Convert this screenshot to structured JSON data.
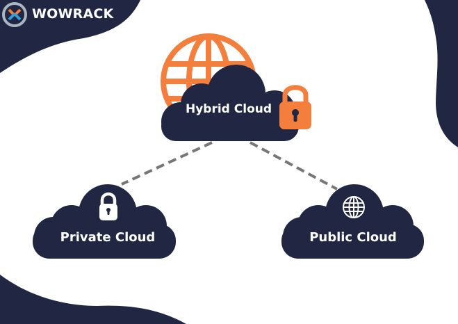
{
  "brand": {
    "name": "WOWRACK",
    "logo_icon": "wowrack-x-logo"
  },
  "colors": {
    "navy": "#212743",
    "orange": "#f47e3c",
    "connector": "#777777",
    "blue_accent": "#2f9fe0",
    "logo_ring": "#a9b6bf"
  },
  "diagram": {
    "hub": {
      "label": "Hybrid Cloud",
      "icons": [
        "globe-icon",
        "padlock-icon"
      ]
    },
    "nodes": [
      {
        "label": "Private Cloud",
        "icon": "padlock-icon"
      },
      {
        "label": "Public Cloud",
        "icon": "globe-icon"
      }
    ],
    "edges": [
      {
        "from": "Hybrid Cloud",
        "to": "Private Cloud",
        "style": "dashed"
      },
      {
        "from": "Hybrid Cloud",
        "to": "Public Cloud",
        "style": "dashed"
      }
    ]
  }
}
